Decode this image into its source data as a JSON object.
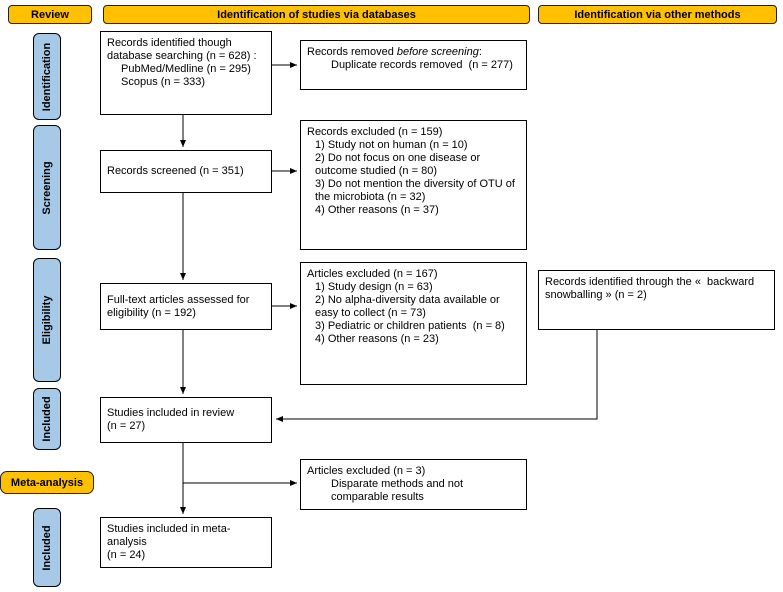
{
  "colors": {
    "accent_orange": "#FFC000",
    "stage_blue": "#A6C9E8",
    "box_border": "#000000"
  },
  "headers": {
    "review": "Review",
    "databases": "Identification of studies via databases",
    "other_methods": "Identification via other methods"
  },
  "stages": {
    "identification": "Identification",
    "screening": "Screening",
    "eligibility": "Eligibility",
    "included_review": "Included",
    "meta_analysis": "Meta-analysis",
    "included_meta": "Included"
  },
  "boxes": {
    "records_identified": {
      "lines": [
        {
          "text": "Records identified though database searching (n = 628) :",
          "indent": 0
        },
        {
          "text": "PubMed/Medline (n = 295)",
          "indent": 2
        },
        {
          "text": "Scopus (n = 333)",
          "indent": 2
        }
      ]
    },
    "records_removed": {
      "lines": [
        {
          "parts": [
            {
              "text": "Records removed "
            },
            {
              "text": "before screening",
              "italic": true
            },
            {
              "text": ":"
            }
          ],
          "indent": 0
        },
        {
          "text": "Duplicate records removed  (n = 277)",
          "indent": 3
        }
      ]
    },
    "records_screened": {
      "lines": [
        {
          "text": "Records screened (n = 351)",
          "indent": 0
        }
      ]
    },
    "records_excluded": {
      "lines": [
        {
          "text": "Records excluded (n = 159)",
          "indent": 0
        },
        {
          "text": "1) Study not on human (n = 10)",
          "indent": 1
        },
        {
          "text": "2) Do not focus on one disease or outcome studied (n = 80)",
          "indent": 1
        },
        {
          "text": "3) Do not mention the diversity of OTU of the microbiota (n = 32)",
          "indent": 1
        },
        {
          "text": "4) Other reasons (n = 37)",
          "indent": 1
        }
      ]
    },
    "fulltext_assessed": {
      "lines": [
        {
          "text": "Full-text articles assessed for eligibility (n = 192)",
          "indent": 0
        }
      ]
    },
    "articles_excluded": {
      "lines": [
        {
          "text": "Articles excluded (n = 167)",
          "indent": 0
        },
        {
          "text": "1) Study design (n = 63)",
          "indent": 1
        },
        {
          "text": "2) No alpha-diversity data available or easy to collect (n = 73)",
          "indent": 1
        },
        {
          "text": "3) Pediatric or children patients  (n = 8)",
          "indent": 1
        },
        {
          "text": "4) Other reasons (n = 23)",
          "indent": 1
        }
      ]
    },
    "backward_snowballing": {
      "lines": [
        {
          "text": "Records identified through the «  backward snowballing » (n = 2)",
          "indent": 0
        }
      ]
    },
    "included_review": {
      "lines": [
        {
          "text": "Studies included in review",
          "indent": 0
        },
        {
          "text": "(n = 27)",
          "indent": 0
        }
      ]
    },
    "articles_excluded_meta": {
      "lines": [
        {
          "text": "Articles excluded (n = 3)",
          "indent": 0
        },
        {
          "text": "Disparate methods and not comparable results",
          "indent": 3
        }
      ]
    },
    "included_meta": {
      "lines": [
        {
          "text": "Studies included in meta-analysis",
          "indent": 0
        },
        {
          "text": "(n = 24)",
          "indent": 0
        }
      ]
    }
  }
}
